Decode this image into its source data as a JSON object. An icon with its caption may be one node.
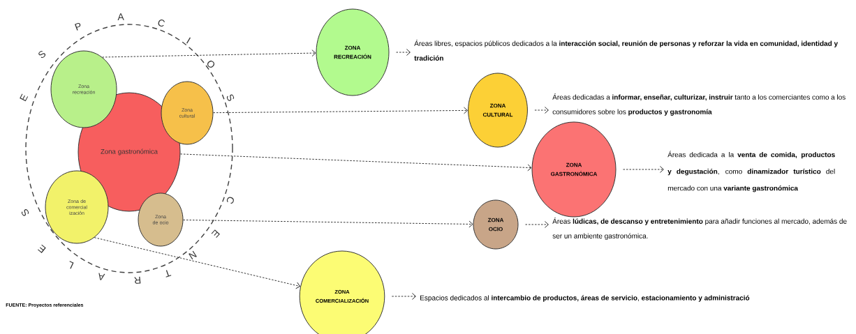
{
  "diagram": {
    "nodes": [
      {
        "text": [],
        "shape": "circle"
      },
      {
        "text": [
          "Zona recreación"
        ],
        "in": 0
      },
      {
        "text": [
          "Zona cultural"
        ],
        "in": 0
      },
      {
        "text": [
          "Zona gastronómica"
        ],
        "in": 0
      },
      {
        "text": [
          "Zona de comercial ización"
        ],
        "in": 0
      },
      {
        "text": [
          "Zona de ocio"
        ],
        "in": 0
      },
      {
        "text": [
          "ZONA RECREACIÓN"
        ]
      },
      {
        "text": [
          "ZONA CULTURAL"
        ]
      },
      {
        "text": [
          "ZONA GASTRONÓMICA"
        ]
      },
      {
        "text": [
          "ZONA OCIO"
        ]
      },
      {
        "text": [
          "ZONA COMERCIALIZACIÓN"
        ]
      },
      {
        "text": [
          "Áreas libres, espacios públicos dedicados a la **interacción social, reunión de personas y reforzar la vida en comunidad, identidad y tradición**"
        ]
      },
      {
        "text": [
          "Áreas dedicadas a **informar, enseñar, culturizar, instruir** tanto a los comerciantes como a los consumidores sobre los **productos y gastronomía**"
        ]
      },
      {
        "text": [
          "Áreas dedicada a la **venta de comida, productos y degustación**, como **dinamizador turístico** del mercado con una **variante gastronómica**"
        ]
      },
      {
        "text": [
          "Áreas **lúdicas, de descanso y entretenimiento** para añadir funciones al mercado, además de ser un ambiente gastronómica."
        ]
      },
      {
        "text": [
          "Espacios dedicados al **intercambio de productos, áreas de servicio**, **estacionamiento y administració**"
        ]
      }
    ],
    "edges": [
      {
        "from": 1,
        "to": 6,
        "arrow": "to",
        "style": "dashed"
      },
      {
        "from": 2,
        "to": 7,
        "arrow": "to",
        "style": "dashed"
      },
      {
        "from": 3,
        "to": 8,
        "arrow": "to",
        "style": "dashed"
      },
      {
        "from": 5,
        "to": 9,
        "arrow": "to",
        "style": "dashed"
      },
      {
        "from": 4,
        "to": 10,
        "arrow": "to",
        "style": "dashed"
      },
      {
        "from": 6,
        "to": 11,
        "arrow": "to",
        "style": "dashed"
      },
      {
        "from": 7,
        "to": 12,
        "arrow": "to",
        "style": "dashed"
      },
      {
        "from": 8,
        "to": 13,
        "arrow": "to",
        "style": "dashed"
      },
      {
        "from": 9,
        "to": 14,
        "arrow": "to",
        "style": "dashed"
      },
      {
        "from": 10,
        "to": 15,
        "arrow": "to",
        "style": "dashed"
      }
    ],
    "labels": [
      "E",
      "S",
      "P",
      "A",
      "C",
      "I",
      "O",
      "S",
      "C",
      "E",
      "N",
      "T",
      "R",
      "A",
      "L",
      "E",
      "S",
      "FUENTE: Proyectos referenciales"
    ]
  }
}
